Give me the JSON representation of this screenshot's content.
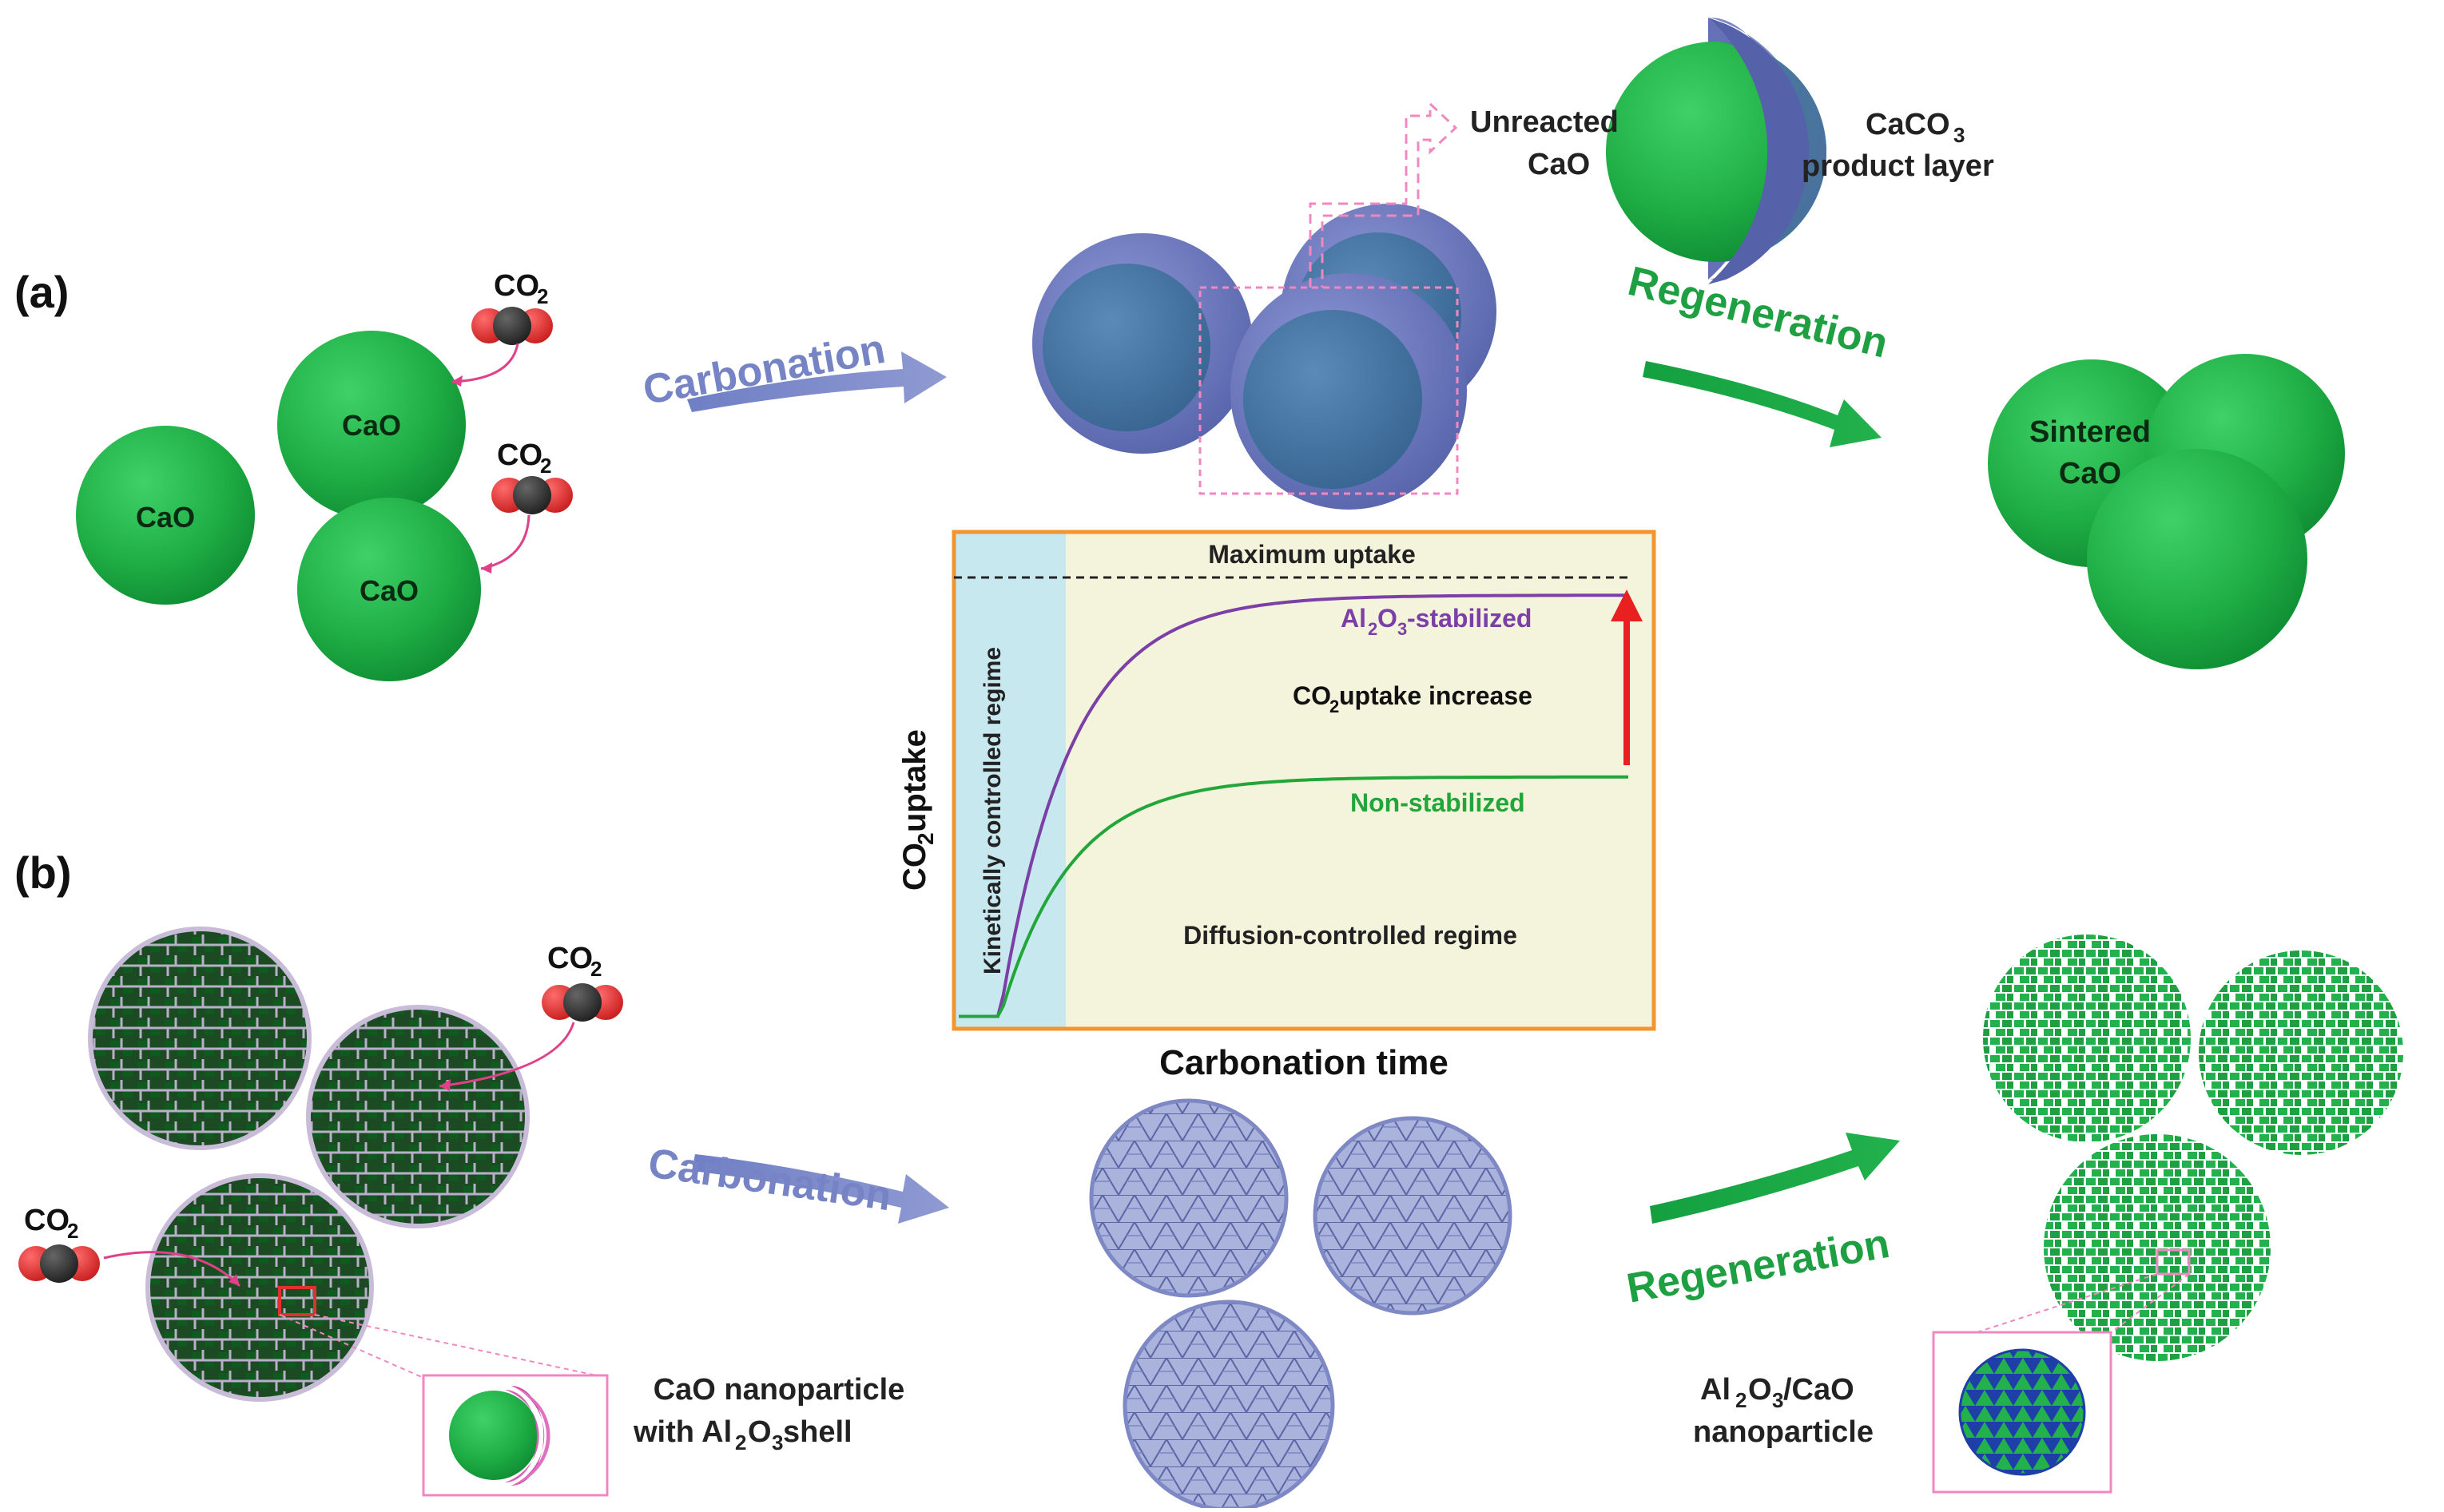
{
  "panels": {
    "a": {
      "label": "(a)"
    },
    "b": {
      "label": "(b)"
    }
  },
  "labels": {
    "cao": "CaO",
    "co2_main": "CO",
    "co2_sub": "2",
    "carbonation": "Carbonation",
    "regeneration": "Regeneration",
    "unreacted_line1": "Unreacted",
    "unreacted_line2": "CaO",
    "caco3_main": "CaCO",
    "caco3_sub": "3",
    "product_layer": "product layer",
    "sintered_line1": "Sintered",
    "sintered_line2": "CaO",
    "shell_line1": "CaO nanoparticle",
    "shell_line2_prefix": "with Al",
    "shell_line2_sub1": "2",
    "shell_line2_mid": "O",
    "shell_line2_sub2": "3",
    "shell_line2_suffix": " shell",
    "nano_line1_a": "Al",
    "nano_line1_sub1": "2",
    "nano_line1_b": "O",
    "nano_line1_sub2": "3",
    "nano_line1_c": "/CaO",
    "nano_line2": "nanoparticle"
  },
  "chart_data": {
    "type": "line",
    "xlabel": "Carbonation time",
    "ylabel_main": "CO",
    "ylabel_sub": "2",
    "ylabel_rest": " uptake",
    "max_uptake_label": "Maximum uptake",
    "kinetic_label": "Kinetically controlled regime",
    "diffusion_label": "Diffusion-controlled regime",
    "increase_label_main": "CO",
    "increase_label_sub": "2",
    "increase_label_rest": " uptake increase",
    "series": [
      {
        "name_main": "Al",
        "name_sub1": "2",
        "name_mid": "O",
        "name_sub2": "3",
        "name_rest": "-stabilized",
        "color": "#7b3fa6",
        "plateau": 0.96
      },
      {
        "name_main": "Non-stabilized",
        "color": "#22a63a",
        "plateau": 0.55
      }
    ],
    "colors": {
      "frame": "#f2952f",
      "kinetic_band": "#c8e8f0",
      "background": "#f4f3dc",
      "arrow": "#e82020"
    }
  }
}
